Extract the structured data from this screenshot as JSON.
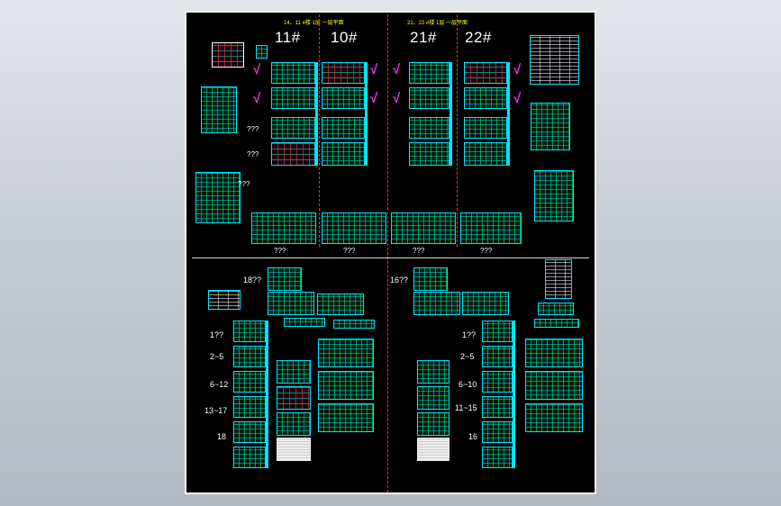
{
  "sheet": {
    "headers": {
      "left": "14、11  #楼 1层  一层平面",
      "right": "21、22  #楼 1层  一层平面"
    },
    "buildings": [
      "11#",
      "10#",
      "21#",
      "22#"
    ],
    "checkmark": "√",
    "question_labels": {
      "q1": "???",
      "q2": "???",
      "q3": "???",
      "b1": "???",
      "b2": "???",
      "b3": "???",
      "b4": "???"
    },
    "left_group": {
      "title": "18??",
      "floors": [
        "1??",
        "2~5",
        "6~12",
        "13~17",
        "18"
      ]
    },
    "right_group": {
      "title": "16??",
      "floors": [
        "1??",
        "2~5",
        "6~10",
        "11~15",
        "16"
      ]
    }
  },
  "colors": {
    "background": "#000000",
    "drawing_frame": "#00e5ff",
    "divider": "#ff2a2a",
    "checkmark": "#ff30ff",
    "header": "#ffff00"
  }
}
